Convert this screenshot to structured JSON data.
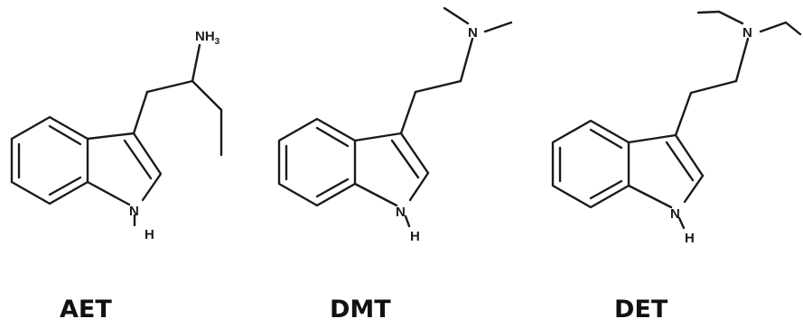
{
  "molecules": [
    {
      "name": "AET",
      "atoms": {
        "amine": "NH",
        "amine_sub": "3",
        "ring_n": "N",
        "ring_h": "H"
      }
    },
    {
      "name": "DMT",
      "atoms": {
        "amine": "N",
        "ring_n": "N",
        "ring_h": "H"
      }
    },
    {
      "name": "DET",
      "atoms": {
        "amine": "N",
        "ring_n": "N",
        "ring_h": "H"
      }
    }
  ]
}
